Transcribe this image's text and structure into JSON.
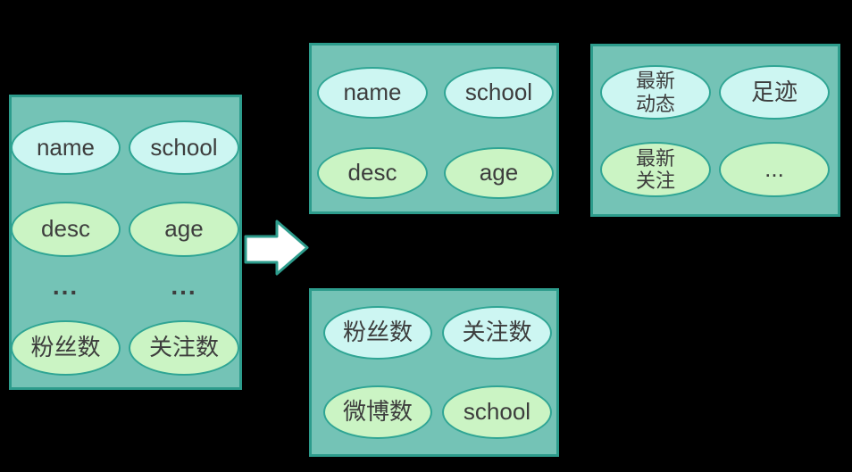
{
  "colors": {
    "background": "#000000",
    "box_fill": "#74C3B6",
    "box_border": "#2D9C8C",
    "ellipse_border": "#2FA594",
    "cyan_fill": "#CDF6F2",
    "green_fill": "#CBF4C4",
    "label_text": "#3D3D3D",
    "arrow_fill": "#FFFFFF",
    "arrow_border": "#2D9C8C"
  },
  "left_box": {
    "row1": {
      "c1": "name",
      "c2": "school"
    },
    "row2": {
      "c1": "desc",
      "c2": "age"
    },
    "dots": {
      "c1": "...",
      "c2": "..."
    },
    "row3": {
      "c1": "粉丝数",
      "c2": "关注数"
    }
  },
  "top_middle_box": {
    "row1": {
      "c1": "name",
      "c2": "school"
    },
    "row2": {
      "c1": "desc",
      "c2": "age"
    }
  },
  "top_right_box": {
    "row1": {
      "c1": "最新\n动态",
      "c2": "足迹"
    },
    "row2": {
      "c1": "最新\n关注",
      "c2": "..."
    }
  },
  "bottom_middle_box": {
    "row1": {
      "c1": "粉丝数",
      "c2": "关注数"
    },
    "row2": {
      "c1": "微博数",
      "c2": "school"
    }
  }
}
